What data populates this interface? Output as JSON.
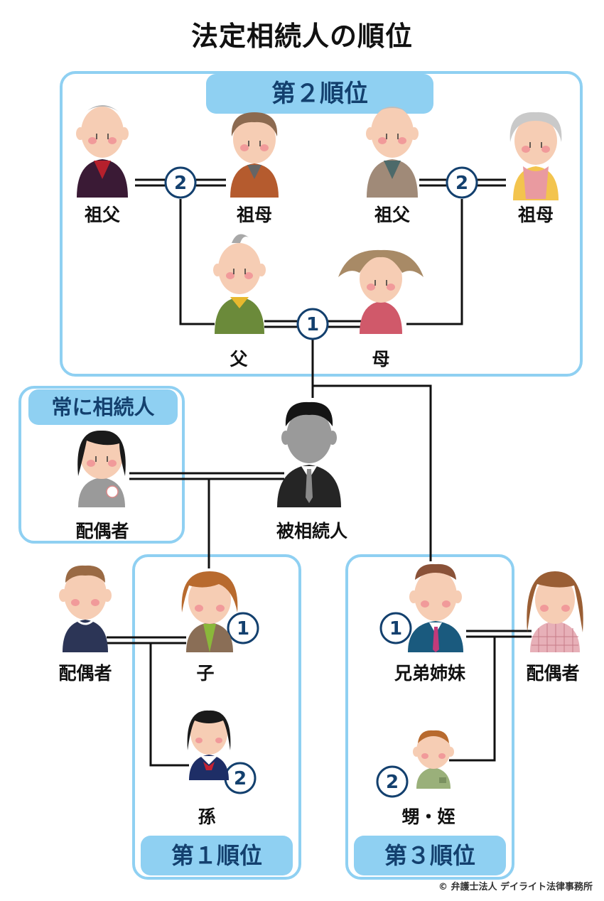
{
  "title": "法定相続人の順位",
  "tabs": {
    "rank2": "第２順位",
    "always": "常に相続人",
    "rank1": "第１順位",
    "rank3": "第３順位"
  },
  "labels": {
    "gf_left": "祖父",
    "gm_left": "祖母",
    "gf_right": "祖父",
    "gm_right": "祖母",
    "father": "父",
    "mother": "母",
    "spouse": "配偶者",
    "decedent": "被相続人",
    "child_spouse": "配偶者",
    "child": "子",
    "grandchild": "孫",
    "sibling": "兄弟姉妹",
    "sibling_spouse": "配偶者",
    "nephew_niece": "甥・姪"
  },
  "badges": {
    "grandparents_left": "2",
    "grandparents_right": "2",
    "parents": "1",
    "child": "1",
    "grandchild": "2",
    "sibling": "1",
    "nephew": "2"
  },
  "credit": "© 弁護士法人 デイライト法律事務所",
  "colors": {
    "panel_border": "#8fd0f2",
    "tab_text": "#13406e",
    "badge": "#13406e"
  }
}
